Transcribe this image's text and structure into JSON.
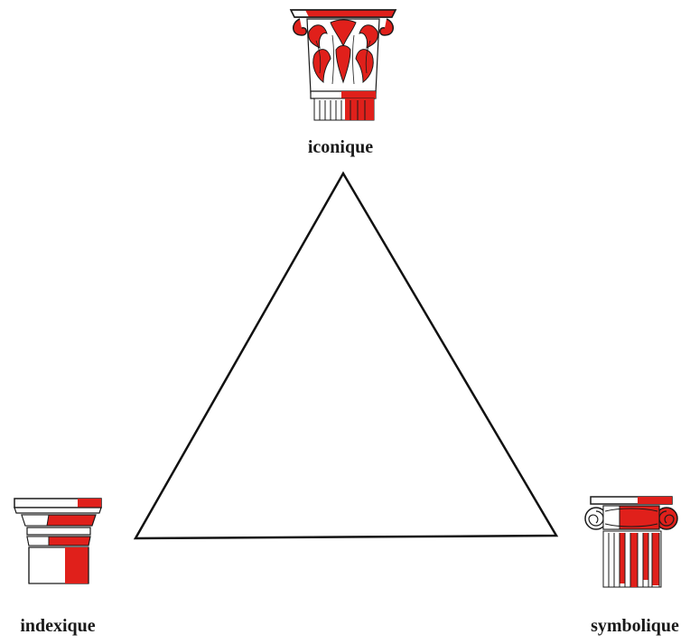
{
  "diagram": {
    "vertices": {
      "top": {
        "label": "iconique",
        "icon": "corinthian-capital-icon"
      },
      "left": {
        "label": "indexique",
        "icon": "tuscan-capital-icon"
      },
      "right": {
        "label": "symbolique",
        "icon": "ionic-capital-icon"
      }
    },
    "colors": {
      "accent": "#e0201b",
      "ink": "#1a1a1a",
      "line": "#111111"
    }
  }
}
